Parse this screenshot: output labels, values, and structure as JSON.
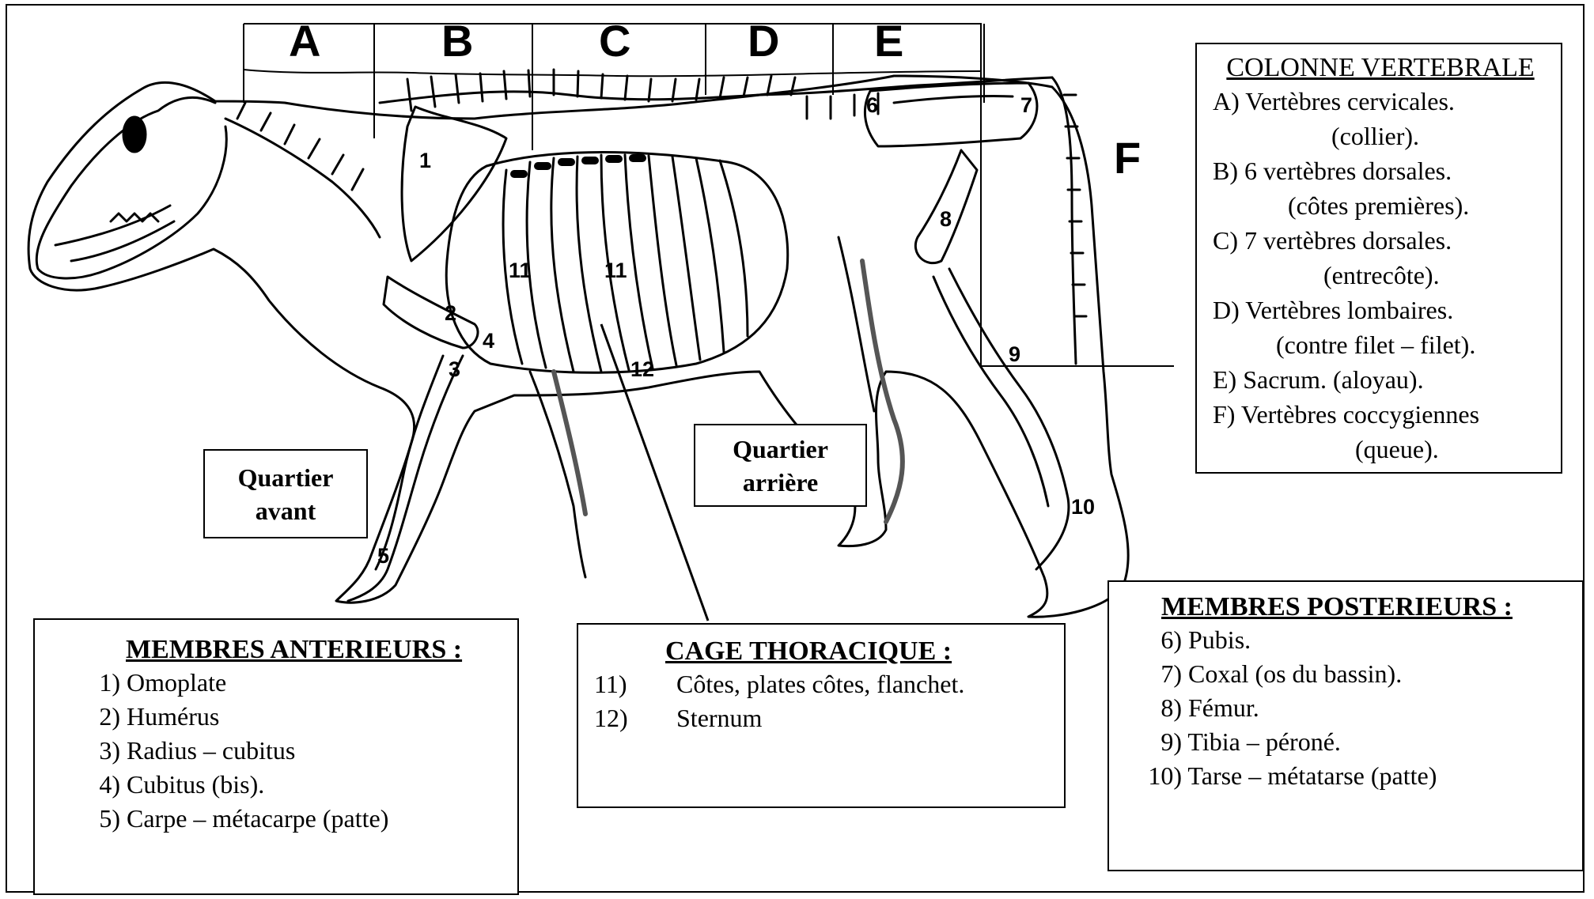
{
  "segments": [
    "A",
    "B",
    "C",
    "D",
    "E",
    "F"
  ],
  "bone_numbers": [
    "1",
    "2",
    "3",
    "4",
    "5",
    "6",
    "7",
    "8",
    "9",
    "10",
    "11",
    "11",
    "12"
  ],
  "quarters": {
    "front_line1": "Quartier",
    "front_line2": "avant",
    "rear_line1": "Quartier",
    "rear_line2": "arrière"
  },
  "colonne": {
    "title": "COLONNE VERTEBRALE",
    "lines": [
      "A) Vertèbres cervicales.",
      "(collier).",
      "B) 6 vertèbres dorsales.",
      "(côtes premières).",
      "C) 7 vertèbres dorsales.",
      "(entrecôte).",
      "D) Vertèbres lombaires.",
      "(contre filet – filet).",
      "E) Sacrum. (aloyau).",
      "F) Vertèbres coccygiennes",
      "(queue)."
    ]
  },
  "anterieurs": {
    "title": "MEMBRES ANTERIEURS :",
    "items": [
      {
        "num": "1)",
        "text": "Omoplate"
      },
      {
        "num": "2)",
        "text": "Humérus"
      },
      {
        "num": "3)",
        "text": "Radius – cubitus"
      },
      {
        "num": "4)",
        "text": "Cubitus (bis)."
      },
      {
        "num": "5)",
        "text": "Carpe – métacarpe (patte)"
      }
    ]
  },
  "thoracique": {
    "title": "CAGE THORACIQUE :",
    "items": [
      {
        "num": "11)",
        "text": "Côtes, plates côtes, flanchet."
      },
      {
        "num": "12)",
        "text": "Sternum"
      }
    ]
  },
  "posterieurs": {
    "title": "MEMBRES POSTERIEURS :",
    "items": [
      {
        "num": "6)",
        "text": "Pubis."
      },
      {
        "num": "7)",
        "text": "Coxal (os du bassin)."
      },
      {
        "num": "8)",
        "text": "Fémur."
      },
      {
        "num": "9)",
        "text": "Tibia – péroné."
      },
      {
        "num": "10)",
        "text": "Tarse – métatarse (patte)"
      }
    ]
  },
  "colors": {
    "ink": "#000000",
    "paper": "#ffffff",
    "bone_shade": "#9a9a9a"
  }
}
